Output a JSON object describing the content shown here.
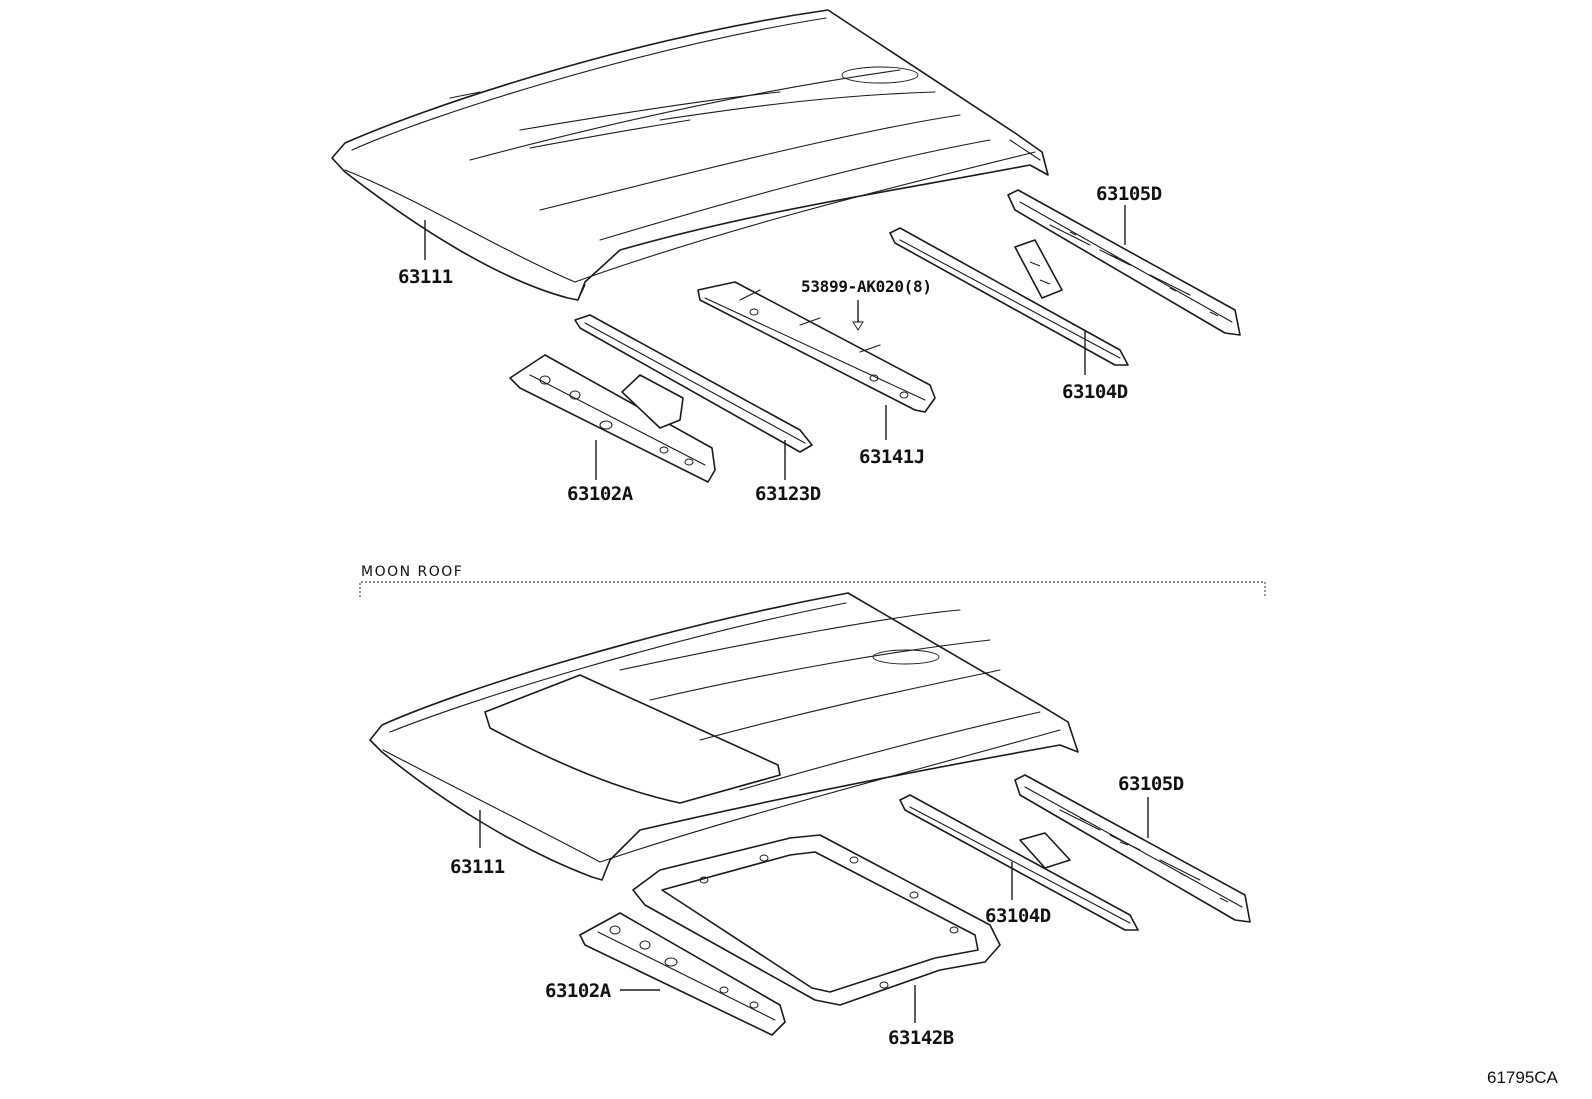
{
  "diagram": {
    "illustration_code": "61795CA",
    "standard_roof": {
      "parts": {
        "roof_panel": "63111",
        "rear_rail": "63105D",
        "reinforcement_rear": "63104D",
        "clip": "53899-AK020(8)",
        "bow_center": "63141J",
        "front_bow": "63123D",
        "front_header": "63102A"
      }
    },
    "moon_roof": {
      "section_label": "MOON ROOF",
      "parts": {
        "roof_panel": "63111",
        "rear_rail": "63105D",
        "reinforcement_rear": "63104D",
        "sunroof_frame": "63142B",
        "front_header": "63102A"
      }
    }
  }
}
